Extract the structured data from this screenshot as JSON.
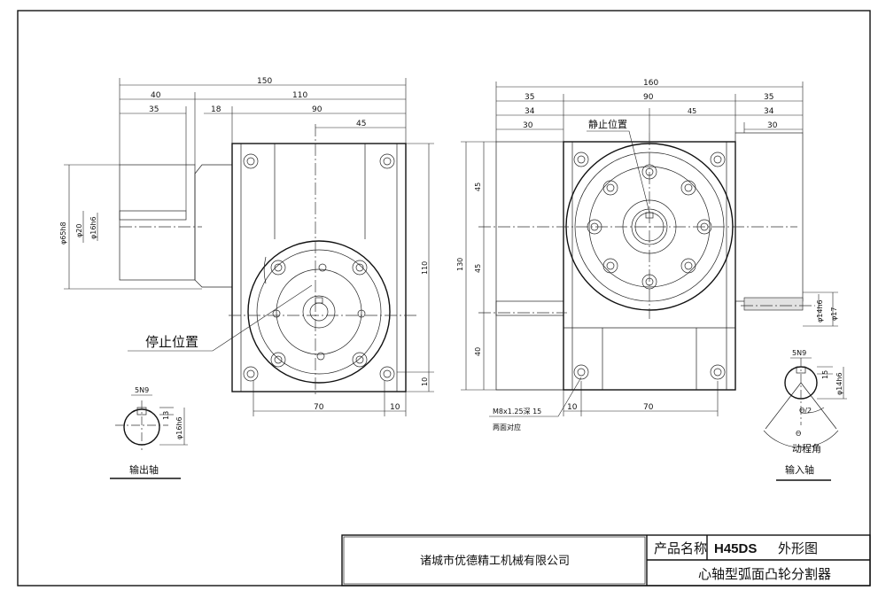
{
  "dims": {
    "d150": "150",
    "d40": "40",
    "d110": "110",
    "d35": "35",
    "d18": "18",
    "d90": "90",
    "d45": "45",
    "phi65h8": "φ65h8",
    "phi20": "φ20",
    "phi16h6": "φ16h6",
    "d110v": "110",
    "d10v": "10",
    "d70": "70",
    "d10": "10",
    "r160": "160",
    "r35a": "35",
    "r90": "90",
    "r35b": "35",
    "r34a": "34",
    "r45": "45",
    "r34b": "34",
    "r30a": "30",
    "r30b": "30",
    "v130": "130",
    "v45a": "45",
    "v45b": "45",
    "v40": "40",
    "phi14h6": "φ14h6",
    "phi17": "φ17",
    "r10": "10",
    "r70": "70",
    "m8": "M8x1.25深 15",
    "both_sides": "两面对应",
    "ok_5n9": "5N9",
    "ok_13": "13",
    "ok_phi16h6": "φ16h6",
    "ik_5n9": "5N9",
    "ik_15": "15",
    "ik_phi14h6": "φ14h6",
    "theta_half": "Θ/2",
    "theta": "Θ"
  },
  "labels": {
    "stop_position_left": "停止位置",
    "stop_position_right": "静止位置",
    "output_shaft": "输出轴",
    "input_shaft": "输入轴",
    "index_angle": "动程角"
  },
  "title_block": {
    "company": "诸城市优德精工机械有限公司",
    "product_name_label": "产品名称",
    "model": "H45DS",
    "drawing_type": "外形图",
    "description": "心轴型弧面凸轮分割器"
  }
}
